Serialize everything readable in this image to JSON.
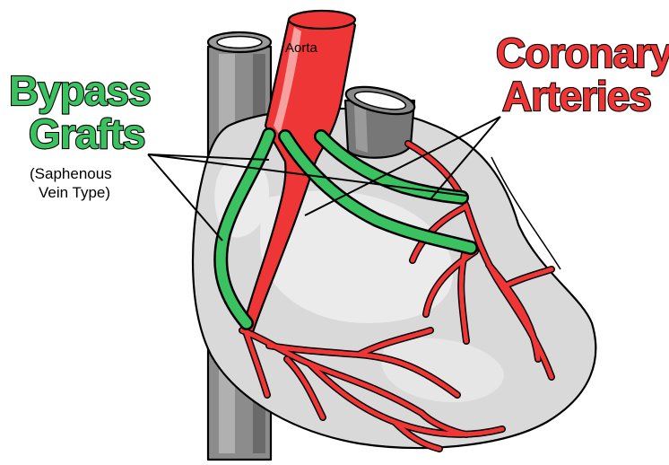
{
  "labels": {
    "bypass_line1": "Bypass",
    "bypass_line2": "Grafts",
    "saphenous_line1": "(Saphenous",
    "saphenous_line2": "Vein Type)",
    "coronary_line1": "Coronary",
    "coronary_line2": "Arteries",
    "aorta": "Aorta"
  },
  "colors": {
    "graft_green": "#39c25f",
    "artery_red": "#ee3636",
    "heart_gray": "#d9d9d9",
    "heart_light": "#ececec",
    "vessel_gray": "#8a8a8a",
    "vessel_dark": "#5a5a5a"
  }
}
